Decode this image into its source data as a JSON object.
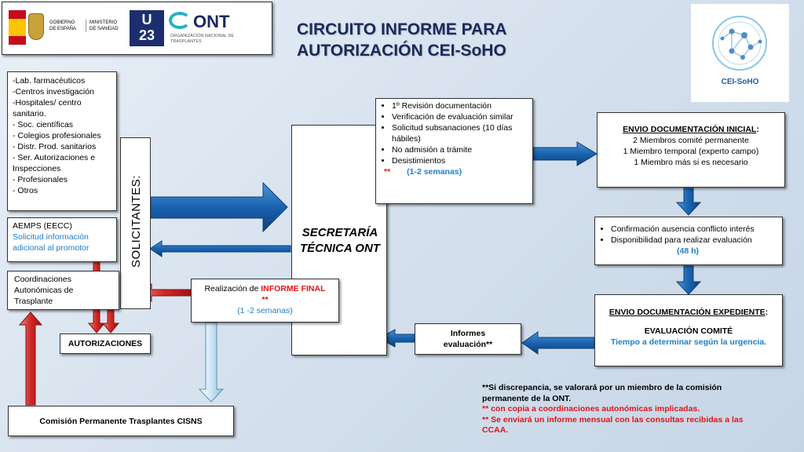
{
  "title_line1": "CIRCUITO INFORME PARA",
  "title_line2": "AUTORIZACIÓN CEI-SoHO",
  "logos": {
    "gobierno": "GOBIERNO DE ESPAÑA",
    "ministerio": "MINISTERIO DE SANIDAD",
    "u23_line1": "U",
    "u23_line2": "23",
    "ont": "ONT",
    "ont_sub": "ORGANIZACIÓN NACIONAL DE TRASPLANTES",
    "cei": "CEI-SoHO"
  },
  "applicants_list": [
    "-Lab. farmacéuticos",
    "-Centros investigación",
    "-Hospitales/ centro sanitario.",
    "- Soc. científicas",
    "- Colegios profesionales",
    "-    Distr. Prod. sanitarios",
    "-    Ser. Autorizaciones e Inspecciones",
    "-    Profesionales",
    "- Otros"
  ],
  "aemps": {
    "title": "AEMPS  (EECC)",
    "note": "Solicitud información adicional al promotor"
  },
  "coordinaciones": "Coordinaciones Autonómicas de Trasplante",
  "autorizaciones": "AUTORIZACIONES",
  "comision": "Comisión Permanente Trasplantes CISNS",
  "solicitantes": "SOLICITANTES:",
  "secretaria_line1": "SECRETARÍA",
  "secretaria_line2": "TÉCNICA ONT",
  "revision": {
    "items": [
      "1º Revisión documentación",
      "Verificación de evaluación similar",
      "Solicitud subsanaciones (10 días hábiles)",
      "No admisión a trámite",
      "Desistimientos"
    ],
    "stars": "**",
    "duration": "(1-2 semanas)"
  },
  "informe_final": {
    "prefix": "Realización de ",
    "highlight": "INFORME FINAL",
    "stars": "**",
    "duration": "(1 -2 semanas)"
  },
  "envio_inicial": {
    "title": "ENVIO DOCUMENTACIÓN INICIAL",
    "colon": ":",
    "lines": [
      "2 Miembros comité permanente",
      "1 Miembro temporal (experto campo)",
      "1 Miembro  más si es necesario"
    ]
  },
  "confirmacion": {
    "items": [
      "Confirmación ausencia conflicto interés",
      "Disponibilidad para realizar evaluación"
    ],
    "duration": "(48 h)"
  },
  "envio_expediente": {
    "title": "ENVIO DOCUMENTACIÓN EXPEDIENTE",
    "colon": ":",
    "evaluacion": "EVALUACIÓN COMITÉ",
    "tiempo": "Tiempo a determinar según la urgencia."
  },
  "informes_evaluacion": {
    "line1": "Informes",
    "line2": "evaluación**"
  },
  "footnotes": {
    "note1": "**Si discrepancia, se valorará por un miembro de la comisión permanente de la ONT.",
    "note2": "** con copia a coordinaciones autonómicas implicadas.",
    "note3": "** Se enviará un informe mensual con las consultas recibidas a las CCAA."
  },
  "colors": {
    "arrow_blue": "#1a63b0",
    "arrow_red": "#d02828",
    "accent_blue": "#1f7fc4",
    "red_text": "#e01515",
    "title_navy": "#1b2a5c"
  }
}
